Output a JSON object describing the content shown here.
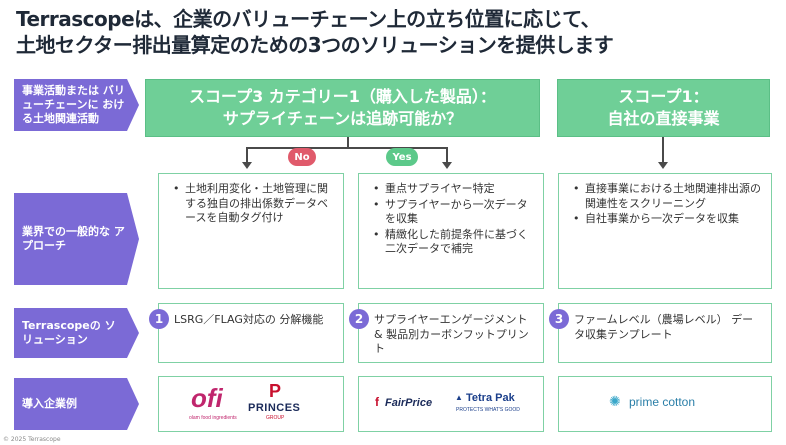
{
  "title": {
    "line1": "Terrascopeは、企業のバリューチェーン上の立ち位置に応じて、",
    "line2": "土地セクター排出量算定のための3つのソリューションを提供します"
  },
  "row_labels": {
    "activity": "事業活動または バリューチェーンに おける土地関連活動",
    "approach": "業界での一般的な アプローチ",
    "solution": "Terrascopeの ソリューション",
    "examples": "導入企業例"
  },
  "scope3": {
    "line1": "スコープ3 カテゴリー1（購入した製品）：",
    "line2": "サプライチェーンは追跡可能か？"
  },
  "scope1": {
    "line1": "スコープ1：",
    "line2": "自社の直接事業"
  },
  "decision": {
    "no": "No",
    "yes": "Yes"
  },
  "approaches": {
    "no": [
      "土地利用変化・土地管理に関する独自の排出係数データベースを自動タグ付け"
    ],
    "yes": [
      "重点サプライヤー特定",
      "サプライヤーから一次データを収集",
      "精緻化した前提条件に基づく二次データで補完"
    ],
    "scope1": [
      "直接事業における土地関連排出源の関連性をスクリーニング",
      "自社事業から一次データを収集"
    ]
  },
  "solutions": [
    {
      "num": "1",
      "text": "LSRG／FLAG対応の 分解機能"
    },
    {
      "num": "2",
      "text": "サプライヤーエンゲージメント & 製品別カーボンフットプリント"
    },
    {
      "num": "3",
      "text": "ファームレベル（農場レベル） データ収集テンプレート"
    }
  ],
  "logos": {
    "ofi_main": "ofi",
    "ofi_sub": "olam food ingredients",
    "princes_main": "PRINCES",
    "princes_sub": "GROUP",
    "fairprice": "FairPrice",
    "tetrapak_main": "Tetra Pak",
    "tetrapak_sub": "PROTECTS WHAT'S GOOD",
    "primecotton": "prime cotton"
  },
  "copyright": "© 2025 Terrascope",
  "colors": {
    "purple": "#7b6ad6",
    "green": "#6fcf97",
    "no_red": "#e05a6b",
    "yes_green": "#5cc98a"
  }
}
